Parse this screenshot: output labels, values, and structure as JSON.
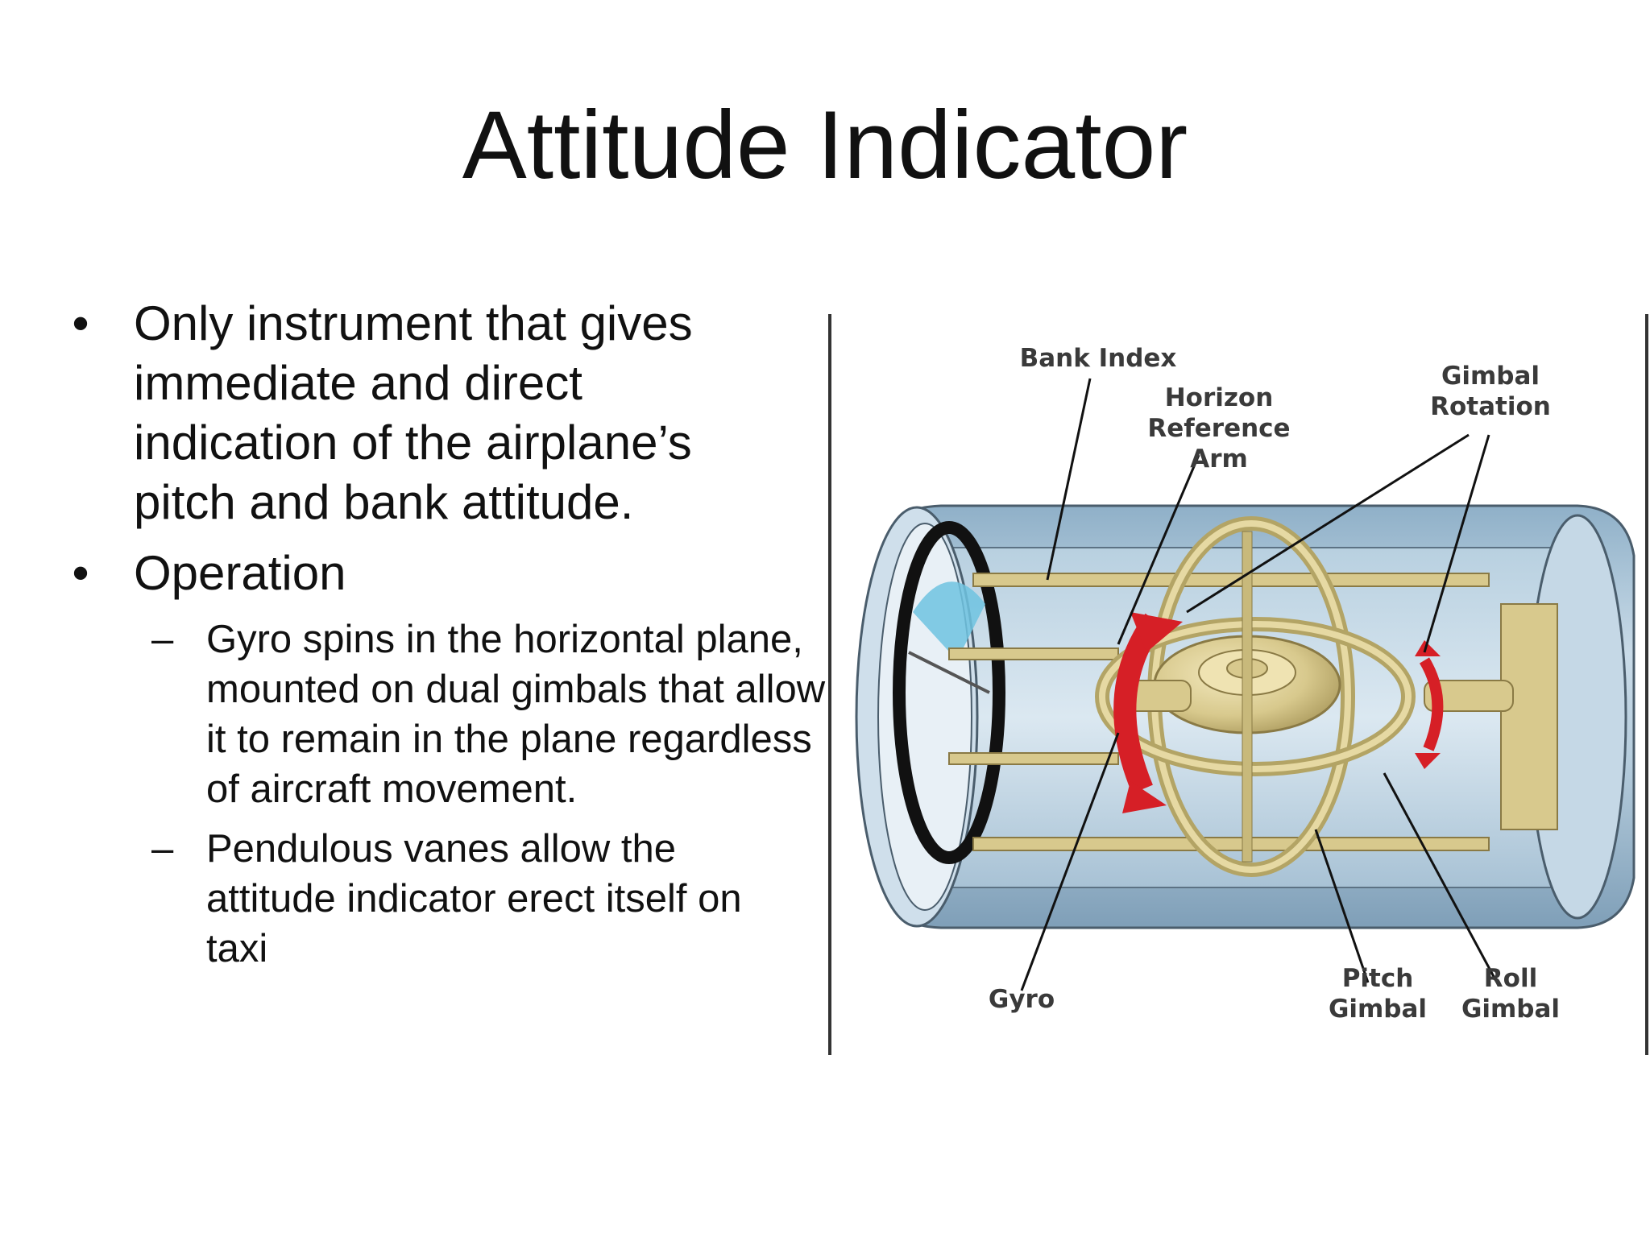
{
  "slide": {
    "title": "Attitude Indicator",
    "bullets": [
      {
        "text": "Only instrument that gives immediate and direct indication of the airplane’s pitch and bank attitude."
      },
      {
        "text": "Operation"
      }
    ],
    "sub_bullets": [
      {
        "text": "Gyro spins in the horizontal plane, mounted on dual gimbals that allow it to remain in the plane regardless of aircraft movement."
      },
      {
        "text": "Pendulous vanes allow the attitude indicator erect itself on taxi"
      }
    ],
    "bullet_symbol": "•",
    "sub_bullet_symbol": "–"
  },
  "figure": {
    "labels": {
      "bank_index": "Bank Index",
      "horizon_reference_arm": "Horizon\nReference\nArm",
      "gimbal_rotation": "Gimbal\nRotation",
      "gyro": "Gyro",
      "pitch_gimbal": "Pitch\nGimbal",
      "roll_gimbal": "Roll\nGimbal"
    },
    "colors": {
      "housing": "#a9c3d6",
      "gimbal": "#d8c98d",
      "arrow": "#d61f26",
      "dial": "#6ec3e0"
    }
  }
}
